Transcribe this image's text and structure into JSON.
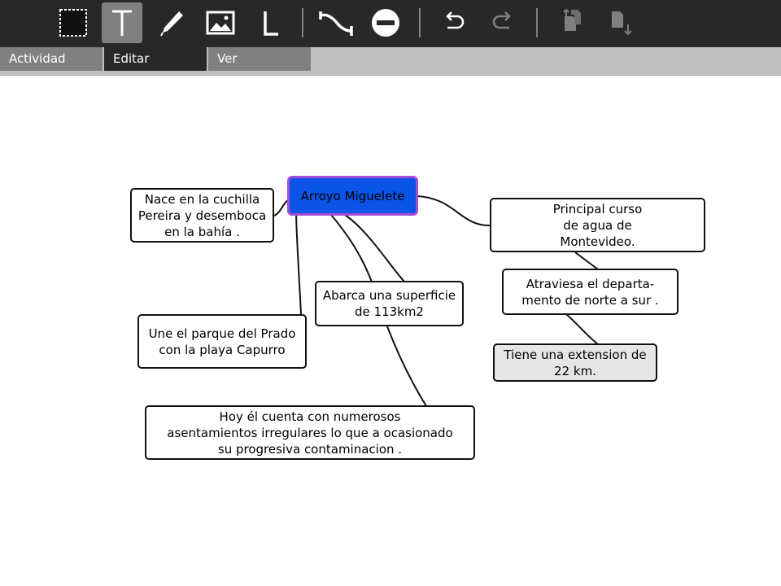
{
  "toolbar": {
    "tools": [
      {
        "name": "select-tool",
        "icon": "dashed-rectangle-icon",
        "active": false
      },
      {
        "name": "text-tool",
        "icon": "letter-t-icon",
        "active": true
      },
      {
        "name": "draw-tool",
        "icon": "pencil-icon",
        "active": false
      },
      {
        "name": "image-tool",
        "icon": "image-icon",
        "active": false
      },
      {
        "name": "label-tool",
        "icon": "letter-l-icon",
        "active": false
      },
      {
        "name": "link-tool",
        "icon": "connector-icon",
        "active": false
      },
      {
        "name": "delete-tool",
        "icon": "remove-circle-icon",
        "active": false
      },
      {
        "name": "undo",
        "icon": "undo-icon",
        "active": false
      },
      {
        "name": "redo",
        "icon": "redo-icon",
        "active": false
      },
      {
        "name": "copy",
        "icon": "copy-icon",
        "active": false
      },
      {
        "name": "paste",
        "icon": "paste-icon",
        "active": false
      }
    ]
  },
  "tabs": [
    {
      "label": "Actividad",
      "selected": false
    },
    {
      "label": "Editar",
      "selected": true
    },
    {
      "label": "Ver",
      "selected": false
    }
  ],
  "mindmap": {
    "central": "Arroyo Miguelete",
    "nodes": {
      "nace": "Nace en  la  cuchilla\nPereira y desemboca\nen la bahía .",
      "principal": "Principal curso\nde agua de\n Montevideo.",
      "atraviesa": "Atraviesa el departa-\nmento de norte a sur .",
      "tiene": "Tiene una extension de\n22 km.",
      "abarca": "Abarca una superficie\nde 113km2",
      "une": "Une el parque  del Prado\ncon la playa Capurro",
      "hoy": "Hoy él cuenta con numerosos\n asentamientos irregulares lo que a ocasionado\nsu progresiva contaminacion ."
    }
  },
  "colors": {
    "toolbar_bg": "#282828",
    "tab_active": "#282828",
    "tab_inactive": "#808080",
    "central_fill": "#0a55e8",
    "central_border": "#a54cd7"
  }
}
